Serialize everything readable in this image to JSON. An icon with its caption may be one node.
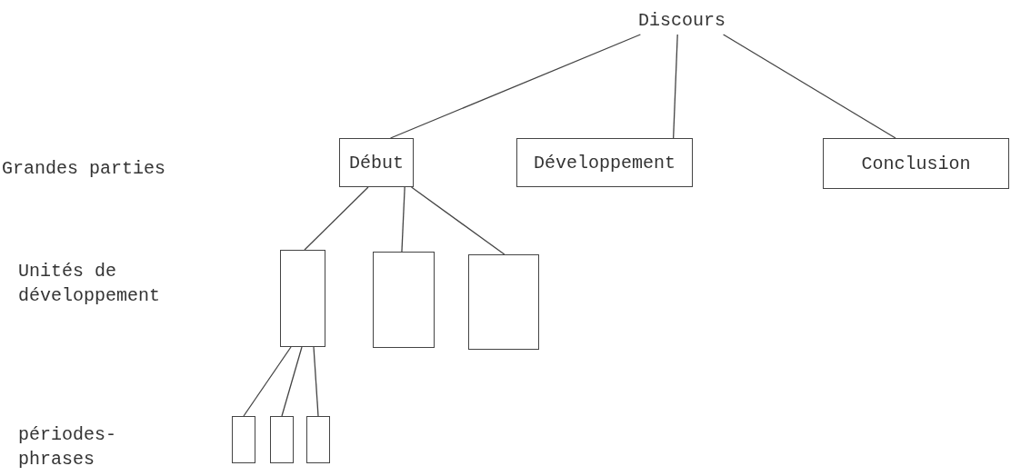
{
  "diagram": {
    "nodes": [
      {
        "text": [
          "Discours"
        ]
      },
      {
        "text": [
          "Début"
        ]
      },
      {
        "text": [
          "Développement"
        ]
      },
      {
        "text": [
          "Conclusion"
        ]
      },
      {
        "text": [],
        "shape": "box"
      },
      {
        "text": [],
        "shape": "box"
      },
      {
        "text": [],
        "shape": "box"
      },
      {
        "text": [],
        "shape": "box"
      },
      {
        "text": [],
        "shape": "box"
      },
      {
        "text": [],
        "shape": "box"
      }
    ],
    "edges": [
      {
        "from": 0,
        "to": 1,
        "arrow": "none"
      },
      {
        "from": 0,
        "to": 2,
        "arrow": "none"
      },
      {
        "from": 0,
        "to": 3,
        "arrow": "none"
      },
      {
        "from": 1,
        "to": 4,
        "arrow": "none"
      },
      {
        "from": 1,
        "to": 5,
        "arrow": "none"
      },
      {
        "from": 1,
        "to": 6,
        "arrow": "none"
      },
      {
        "from": 4,
        "to": 7,
        "arrow": "none"
      },
      {
        "from": 4,
        "to": 8,
        "arrow": "none"
      },
      {
        "from": 4,
        "to": 9,
        "arrow": "none"
      }
    ],
    "labels": [
      "Grandes parties",
      "Unités de développement",
      "périodes- phrases"
    ]
  }
}
